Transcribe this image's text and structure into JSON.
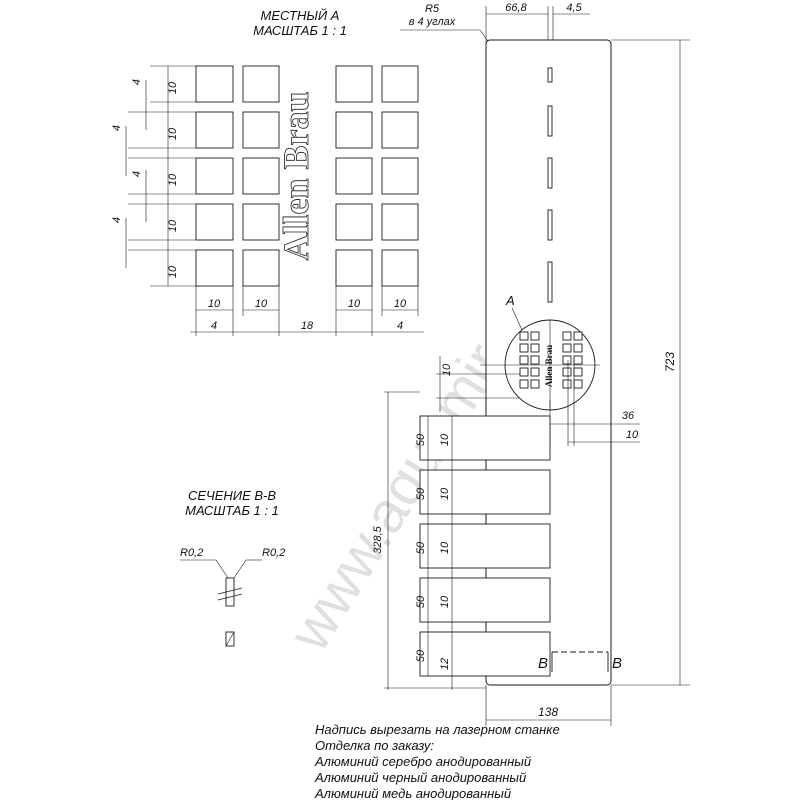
{
  "detail_title": "МЕСТНЫЙ А",
  "detail_scale": "МАСШТАБ 1 : 1",
  "section_title": "СЕЧЕНИЕ B-B",
  "section_scale": "МАСШТАБ 1 : 1",
  "corner_radius": "R5",
  "corner_note": "в 4 углах",
  "logo_text": "Allen Brau",
  "watermark": "www.aquamir.ru",
  "callout_a": "A",
  "section_b_left": "B",
  "section_b_right": "B",
  "edge_radius_left": "R0,2",
  "edge_radius_right": "R0,2",
  "dims": {
    "top_left": "66,8",
    "top_right": "4,5",
    "height": "723",
    "width": "138",
    "dim_36": "36",
    "dim_10_right": "10",
    "dim_10_top": "10",
    "stack_total": "328,5",
    "slot_50": [
      "50",
      "50",
      "50",
      "50",
      "50"
    ],
    "gap_10": [
      "10",
      "10",
      "10",
      "10"
    ],
    "bottom_12": "12",
    "detail_rows": [
      "10",
      "10",
      "10",
      "10",
      "10"
    ],
    "detail_gaps": [
      "4",
      "4",
      "4",
      "4"
    ],
    "detail_cols": [
      "10",
      "10",
      "10",
      "10"
    ],
    "detail_bottom_left": "4",
    "detail_bottom_mid": "18",
    "detail_bottom_right": "4"
  },
  "notes": [
    "Надпись вырезать на лазерном станке",
    "Отделка по заказу:",
    "Алюминий серебро анодированный",
    "Алюминий черный анодированный",
    "Алюминий медь анодированный"
  ]
}
